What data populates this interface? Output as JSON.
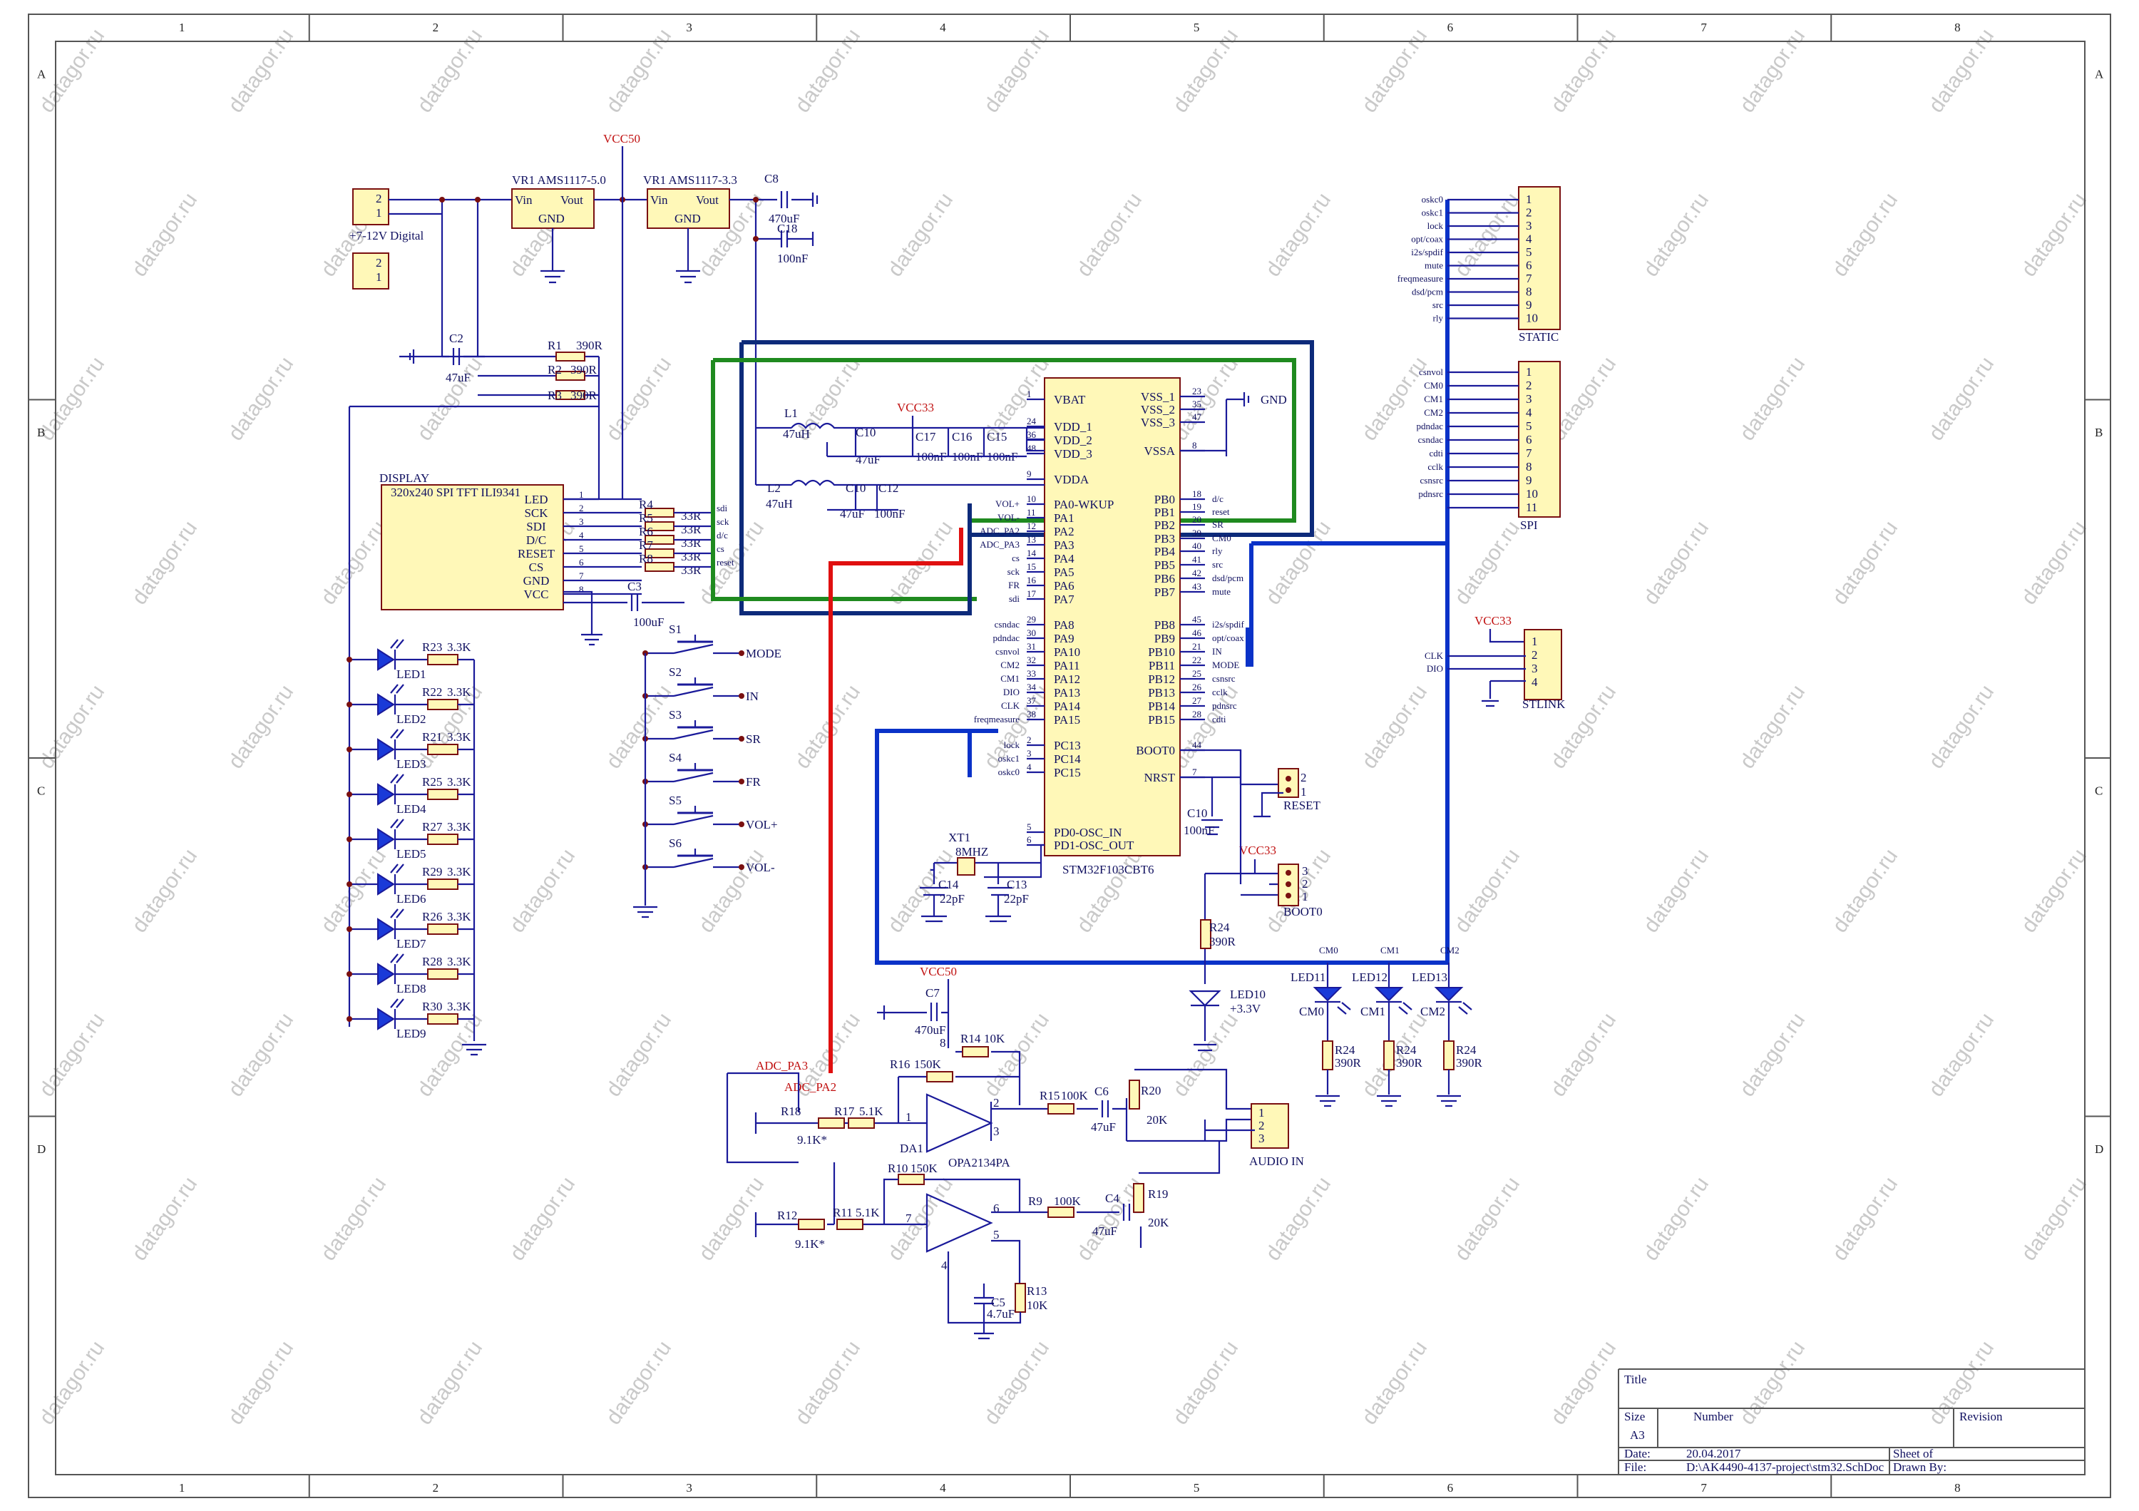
{
  "grid": {
    "cols": [
      "1",
      "2",
      "3",
      "4",
      "5",
      "6",
      "7",
      "8"
    ],
    "rows": [
      "A",
      "B",
      "C",
      "D"
    ]
  },
  "watermark": "datagor.ru",
  "power": {
    "vcc50_top": "VCC50",
    "vcc33_mcu": "VCC33",
    "vcc33_stlink": "VCC33",
    "vcc33_boot": "VCC33",
    "vcc50_opamp": "VCC50"
  },
  "regulators": [
    {
      "ref": "VR1 AMS1117-5.0",
      "vin": "Vin",
      "vout": "Vout",
      "gnd": "GND"
    },
    {
      "ref": "VR1 AMS1117-3.3",
      "vin": "Vin",
      "vout": "Vout",
      "gnd": "GND"
    }
  ],
  "power_input": {
    "label": "+7-12V Digital",
    "pins": [
      "2",
      "1",
      "2",
      "1"
    ]
  },
  "caps_top": {
    "c2": "C2",
    "c2v": "47uF",
    "c8": "C8",
    "c8v": "470uF",
    "c18": "C18",
    "c18v": "100nF"
  },
  "backlight_res": [
    {
      "ref": "R1",
      "val": "390R"
    },
    {
      "ref": "R2",
      "val": "390R"
    },
    {
      "ref": "R3",
      "val": "390R"
    }
  ],
  "display": {
    "title": "DISPLAY",
    "subtitle": "320x240 SPI TFT ILI9341",
    "pins": [
      "LED",
      "SCK",
      "SDI",
      "D/C",
      "RESET",
      "CS",
      "GND",
      "VCC"
    ],
    "nums": [
      "1",
      "2",
      "3",
      "4",
      "5",
      "6",
      "7",
      "8"
    ],
    "res": [
      {
        "ref": "R4",
        "val": "33R",
        "net": "sdi"
      },
      {
        "ref": "R5",
        "val": "33R",
        "net": "sck"
      },
      {
        "ref": "R6",
        "val": "33R",
        "net": "d/c"
      },
      {
        "ref": "R7",
        "val": "33R",
        "net": "cs"
      },
      {
        "ref": "R8",
        "val": "33R",
        "net": "reset"
      }
    ],
    "c3": "C3",
    "c3v": "100uF"
  },
  "leds": [
    {
      "led": "LED1",
      "r": "R23",
      "v": "3.3K"
    },
    {
      "led": "LED2",
      "r": "R22",
      "v": "3.3K"
    },
    {
      "led": "LED3",
      "r": "R21",
      "v": "3.3K"
    },
    {
      "led": "LED4",
      "r": "R25",
      "v": "3.3K"
    },
    {
      "led": "LED5",
      "r": "R27",
      "v": "3.3K"
    },
    {
      "led": "LED6",
      "r": "R29",
      "v": "3.3K"
    },
    {
      "led": "LED7",
      "r": "R26",
      "v": "3.3K"
    },
    {
      "led": "LED8",
      "r": "R28",
      "v": "3.3K"
    },
    {
      "led": "LED9",
      "r": "R30",
      "v": "3.3K"
    }
  ],
  "switches": [
    {
      "ref": "S1",
      "net": "MODE"
    },
    {
      "ref": "S2",
      "net": "IN"
    },
    {
      "ref": "S3",
      "net": "SR"
    },
    {
      "ref": "S4",
      "net": "FR"
    },
    {
      "ref": "S5",
      "net": "VOL+"
    },
    {
      "ref": "S6",
      "net": "VOL-"
    }
  ],
  "mcu": {
    "name": "STM32F103CBT6",
    "left_pins": [
      {
        "n": "1",
        "name": "VBAT"
      },
      {
        "n": "24",
        "name": "VDD_1"
      },
      {
        "n": "36",
        "name": "VDD_2"
      },
      {
        "n": "48",
        "name": "VDD_3"
      },
      {
        "n": "9",
        "name": "VDDA"
      },
      {
        "n": "10",
        "name": "PA0-WKUP",
        "net": "VOL+"
      },
      {
        "n": "11",
        "name": "PA1",
        "net": "VOL-"
      },
      {
        "n": "12",
        "name": "PA2",
        "net": "ADC_PA2"
      },
      {
        "n": "13",
        "name": "PA3",
        "net": "ADC_PA3"
      },
      {
        "n": "14",
        "name": "PA4",
        "net": "cs"
      },
      {
        "n": "15",
        "name": "PA5",
        "net": "sck"
      },
      {
        "n": "16",
        "name": "PA6",
        "net": "FR"
      },
      {
        "n": "17",
        "name": "PA7",
        "net": "sdi"
      },
      {
        "n": "29",
        "name": "PA8",
        "net": "csndac"
      },
      {
        "n": "30",
        "name": "PA9",
        "net": "pdndac"
      },
      {
        "n": "31",
        "name": "PA10",
        "net": "csnvol"
      },
      {
        "n": "32",
        "name": "PA11",
        "net": "CM2"
      },
      {
        "n": "33",
        "name": "PA12",
        "net": "CM1"
      },
      {
        "n": "34",
        "name": "PA13",
        "net": "DIO"
      },
      {
        "n": "37",
        "name": "PA14",
        "net": "CLK"
      },
      {
        "n": "38",
        "name": "PA15",
        "net": "freqmeasure"
      },
      {
        "n": "2",
        "name": "PC13",
        "net": "lock"
      },
      {
        "n": "3",
        "name": "PC14",
        "net": "oskc1"
      },
      {
        "n": "4",
        "name": "PC15",
        "net": "oskc0"
      },
      {
        "n": "5",
        "name": "PD0-OSC_IN"
      },
      {
        "n": "6",
        "name": "PD1-OSC_OUT"
      }
    ],
    "right_pins": [
      {
        "n": "23",
        "name": "VSS_1"
      },
      {
        "n": "35",
        "name": "VSS_2"
      },
      {
        "n": "47",
        "name": "VSS_3"
      },
      {
        "n": "8",
        "name": "VSSA"
      },
      {
        "n": "18",
        "name": "PB0",
        "net": "d/c"
      },
      {
        "n": "19",
        "name": "PB1",
        "net": "reset"
      },
      {
        "n": "20",
        "name": "PB2",
        "net": "SR"
      },
      {
        "n": "39",
        "name": "PB3",
        "net": "CM0"
      },
      {
        "n": "40",
        "name": "PB4",
        "net": "rly"
      },
      {
        "n": "41",
        "name": "PB5",
        "net": "src"
      },
      {
        "n": "42",
        "name": "PB6",
        "net": "dsd/pcm"
      },
      {
        "n": "43",
        "name": "PB7",
        "net": "mute"
      },
      {
        "n": "45",
        "name": "PB8",
        "net": "i2s/spdif"
      },
      {
        "n": "46",
        "name": "PB9",
        "net": "opt/coax"
      },
      {
        "n": "21",
        "name": "PB10",
        "net": "IN"
      },
      {
        "n": "22",
        "name": "PB11",
        "net": "MODE"
      },
      {
        "n": "25",
        "name": "PB12",
        "net": "csnsrc"
      },
      {
        "n": "26",
        "name": "PB13",
        "net": "cclk"
      },
      {
        "n": "27",
        "name": "PB14",
        "net": "pdnsrc"
      },
      {
        "n": "28",
        "name": "PB15",
        "net": "cdti"
      },
      {
        "n": "44",
        "name": "BOOT0"
      },
      {
        "n": "7",
        "name": "NRST"
      }
    ],
    "gnd": "GND"
  },
  "filter": {
    "l1": "L1",
    "l1v": "47uH",
    "l2": "L2",
    "l2v": "47uH",
    "c10a": "C10",
    "c10av": "47uF",
    "c17": "C17",
    "c17v": "100nF",
    "c16": "C16",
    "c16v": "100nF",
    "c15": "C15",
    "c15v": "100nF",
    "c10b": "C10",
    "c10bv": "47uF",
    "c12": "C12",
    "c12v": "100nF"
  },
  "crystal": {
    "xt": "XT1",
    "xtv": "8MHZ",
    "c14": "C14",
    "c14v": "22pF",
    "c13": "C13",
    "c13v": "22pF"
  },
  "reset": {
    "c10": "C10",
    "c10v": "100nF",
    "label": "RESET",
    "pins": [
      "2",
      "1"
    ]
  },
  "boot": {
    "label": "BOOT0",
    "pins": [
      "3",
      "2",
      "1"
    ],
    "r": "R24",
    "rv": "390R",
    "led": "LED10",
    "ledv": "+3.3V"
  },
  "static_conn": {
    "label": "STATIC",
    "nets": [
      "oskc0",
      "oskc1",
      "lock",
      "opt/coax",
      "i2s/spdif",
      "mute",
      "freqmeasure",
      "dsd/pcm",
      "src",
      "rly"
    ],
    "pins": [
      "1",
      "2",
      "3",
      "4",
      "5",
      "6",
      "7",
      "8",
      "9",
      "10"
    ]
  },
  "spi_conn": {
    "label": "SPI",
    "nets": [
      "csnvol",
      "CM0",
      "CM1",
      "CM2",
      "pdndac",
      "csndac",
      "cdti",
      "cclk",
      "csnsrc",
      "pdnsrc"
    ],
    "pins": [
      "1",
      "2",
      "3",
      "4",
      "5",
      "6",
      "7",
      "8",
      "9",
      "10",
      "11"
    ]
  },
  "stlink": {
    "label": "STLINK",
    "nets": [
      "CLK",
      "DIO"
    ],
    "pins": [
      "1",
      "2",
      "3",
      "4"
    ]
  },
  "cm_leds": [
    {
      "top": "CM0",
      "led": "LED11",
      "net": "CM0",
      "r": "R24",
      "rv": "390R"
    },
    {
      "top": "CM1",
      "led": "LED12",
      "net": "CM1",
      "r": "R24",
      "rv": "390R"
    },
    {
      "top": "CM2",
      "led": "LED13",
      "net": "CM2",
      "r": "R24",
      "rv": "390R"
    }
  ],
  "analog": {
    "adc3": "ADC_PA3",
    "adc2": "ADC_PA2",
    "c7": "C7",
    "c7v": "470uF",
    "r14": "R14",
    "r14v": "10K",
    "r16": "R16",
    "r16v": "150K",
    "r18": "R18",
    "r18v": "9.1K*",
    "r17": "R17",
    "r17v": "5.1K",
    "da1": "DA1",
    "da1v": "OPA2134PA",
    "r15": "R15",
    "r15v": "100K",
    "c6": "C6",
    "c6v": "47uF",
    "r20": "R20",
    "r20v": "20K",
    "r10": "R10",
    "r10v": "150K",
    "r12": "R12",
    "r12v": "9.1K*",
    "r11": "R11",
    "r11v": "5.1K",
    "r9": "R9",
    "r9v": "100K",
    "c4": "C4",
    "c4v": "47uF",
    "r19": "R19",
    "r19v": "20K",
    "c5": "C5",
    "c5v": "4.7uF",
    "r13": "R13",
    "r13v": "10K",
    "audio": "AUDIO IN",
    "audio_pins": [
      "1",
      "2",
      "3"
    ],
    "pin_nums": [
      "1",
      "2",
      "3",
      "5",
      "6",
      "7",
      "4",
      "8"
    ]
  },
  "titleblock": {
    "title_label": "Title",
    "size_label": "Size",
    "size": "A3",
    "number_label": "Number",
    "revision_label": "Revision",
    "date_label": "Date:",
    "date": "20.04.2017",
    "sheet_label": "Sheet    of",
    "file_label": "File:",
    "file": "D:\\AK4490-4137-project\\stm32.SchDoc",
    "drawn_label": "Drawn By:"
  }
}
